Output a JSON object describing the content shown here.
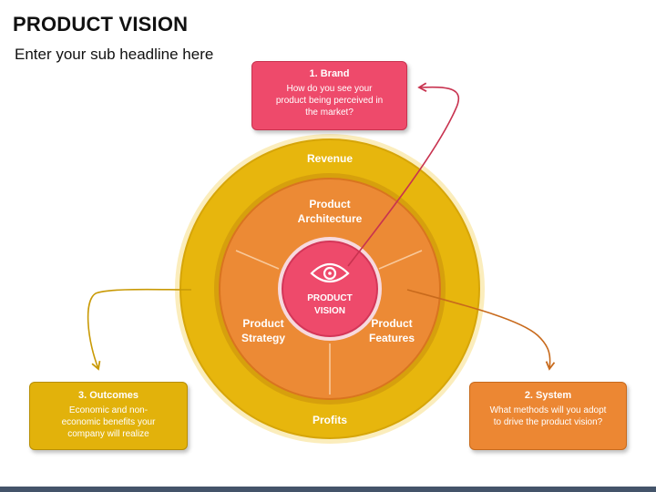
{
  "header": {
    "title": "PRODUCT VISION",
    "subtitle": "Enter your sub headline here"
  },
  "rings": {
    "outer": {
      "top_label": "Revenue",
      "bottom_label": "Profits"
    },
    "middle": {
      "segment_top": "Product\nArchitecture",
      "segment_left": "Product\nStrategy",
      "segment_right": "Product\nFeatures"
    },
    "center": {
      "label": "PRODUCT\nVISION",
      "icon": "eye-icon"
    }
  },
  "cards": {
    "brand": {
      "title": "1. Brand",
      "body": "How do you see your product being perceived in the market?"
    },
    "system": {
      "title": "2. System",
      "body": "What methods will you adopt to drive the product vision?"
    },
    "outcomes": {
      "title": "3. Outcomes",
      "body": "Economic and non-economic benefits your company will realize"
    }
  },
  "colors": {
    "outer_ring": "#e7b60d",
    "middle_disc": "#ec8a35",
    "center": "#ee4a6b",
    "arrow_brand": "#c8324f",
    "arrow_outcomes": "#c99a06",
    "arrow_system": "#c86a1c"
  }
}
